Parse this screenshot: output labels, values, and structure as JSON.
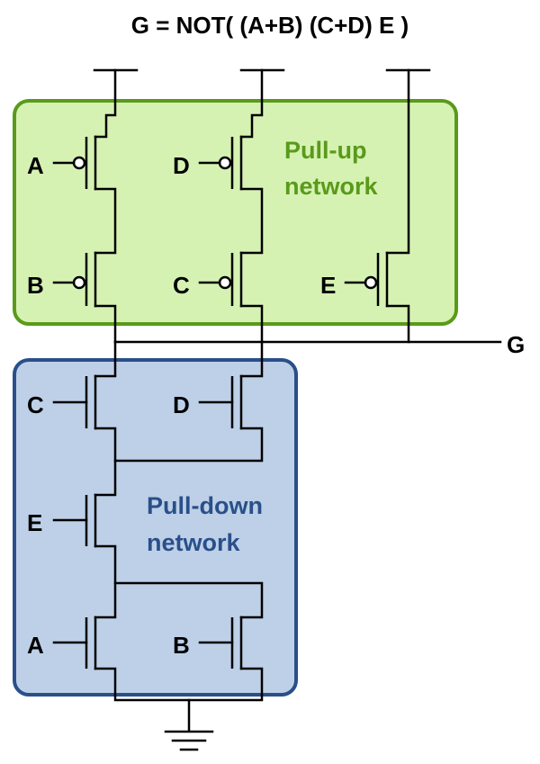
{
  "title": "G = NOT( (A+B) (C+D) E )",
  "colors": {
    "pullup_fill": "#d5f2b3",
    "pullup_border": "#5a9a1a",
    "pullup_text": "#5a9a1a",
    "pulldown_fill": "#bdd0e7",
    "pulldown_border": "#2a4f8a",
    "pulldown_text": "#2a4f8a"
  },
  "pullup": {
    "label_line1": "Pull-up",
    "label_line2": "network",
    "inputs": [
      "A",
      "D",
      "B",
      "C",
      "E"
    ]
  },
  "pulldown": {
    "label_line1": "Pull-down",
    "label_line2": "network",
    "inputs": [
      "C",
      "D",
      "E",
      "A",
      "B"
    ]
  },
  "output_label": "G"
}
